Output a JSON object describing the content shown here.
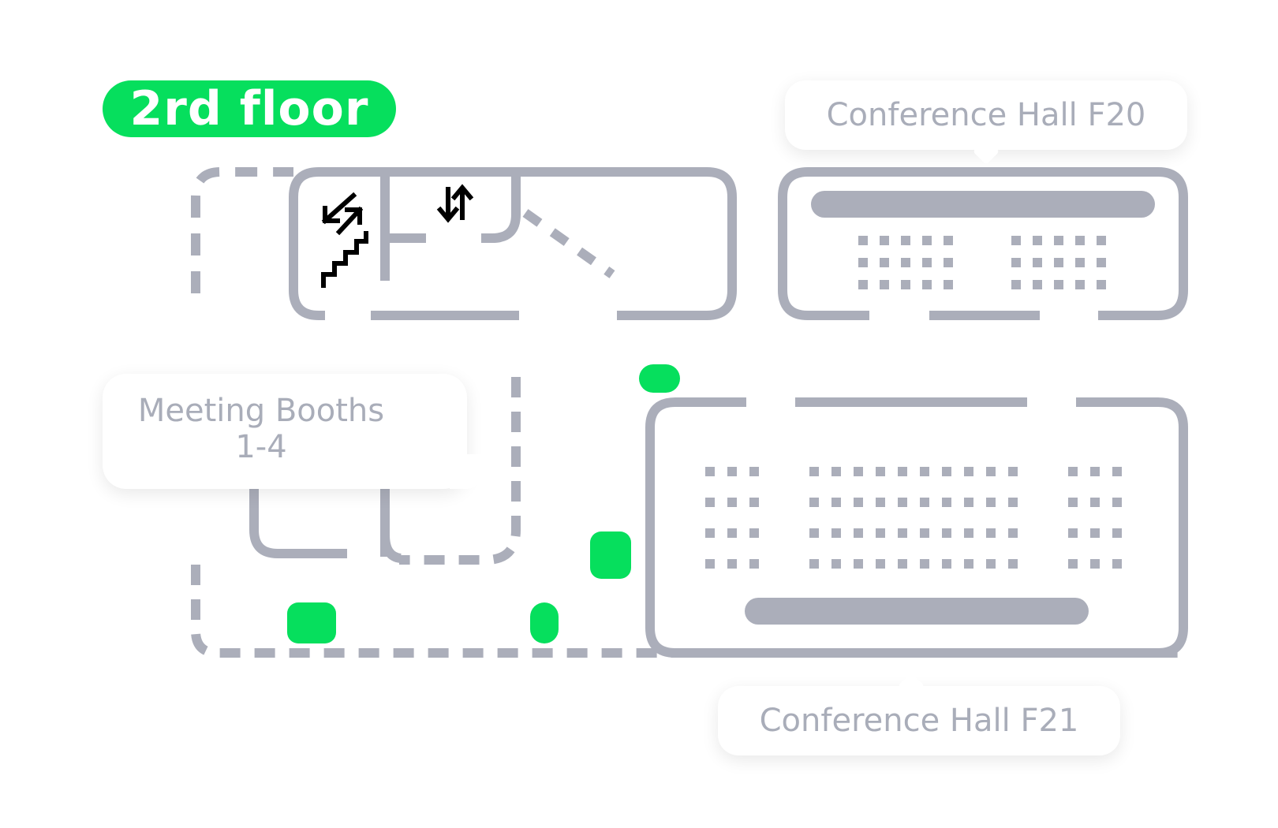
{
  "floor": {
    "label": "2rd floor"
  },
  "rooms": {
    "conference_f20": {
      "label": "Conference Hall F20"
    },
    "conference_f21": {
      "label": "Conference Hall  F21"
    },
    "meeting_booths": {
      "label_line1": "Meeting Booths",
      "label_line2": "1-4"
    }
  },
  "legend_icons": [
    "escalator-icon",
    "elevator-icon",
    "stairs-icon"
  ],
  "colors": {
    "wall": "#abaeba",
    "accent_green": "#06df5d",
    "icon": "#000000",
    "label_text": "#a9adb9"
  },
  "markers": [
    {
      "name": "green-marker-top",
      "shape": "pill"
    },
    {
      "name": "green-marker-mid",
      "shape": "square"
    },
    {
      "name": "green-marker-bottom-left",
      "shape": "square"
    },
    {
      "name": "green-marker-bottom-mid",
      "shape": "pill"
    }
  ]
}
